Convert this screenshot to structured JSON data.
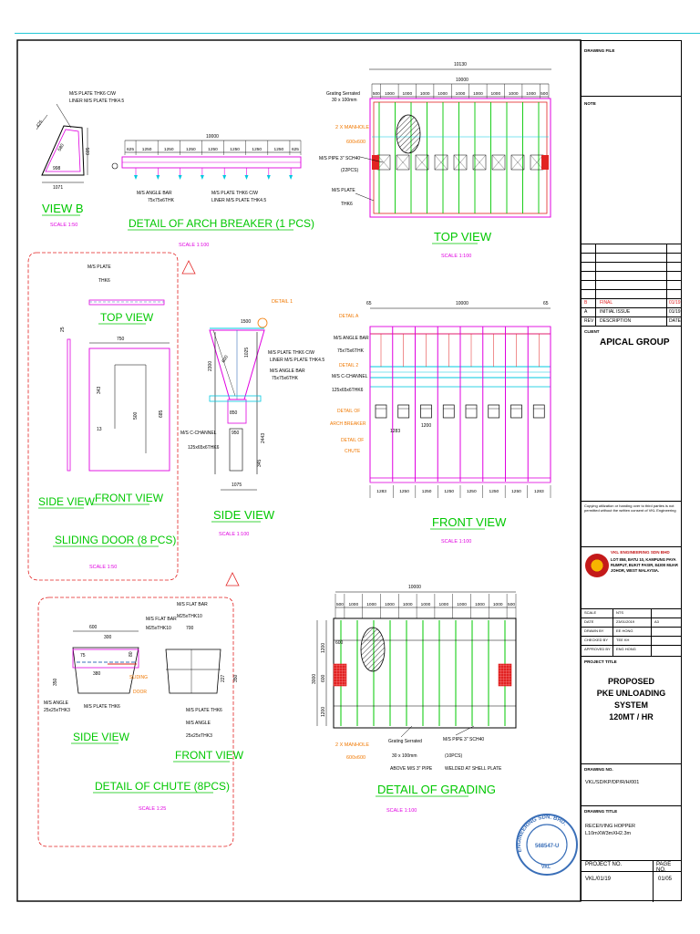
{
  "views": {
    "view_b": {
      "title": "VIEW B",
      "scale": "SCALE 1:50",
      "note_line1": "M/S PLATE THK6 C/W",
      "note_line2": "LINER M/S PLATE THK4.5",
      "dim_a": "1071",
      "dim_b": "998",
      "dim_c": "605",
      "dim_d": "580",
      "dim_e": "425"
    },
    "arch_breaker": {
      "title": "DETAIL OF ARCH BREAKER (1 PCS)",
      "scale": "SCALE 1:100",
      "overall": "10000",
      "spans": [
        "625",
        "1250",
        "1250",
        "1250",
        "1250",
        "1250",
        "1250",
        "1250",
        "625"
      ],
      "note1_line1": "M/S ANGLE BAR",
      "note1_line2": "75x75x6THK",
      "note2_line1": "M/S PLATE THK6 C/W",
      "note2_line2": "LINER M/S PLATE THK4.5"
    },
    "top_view": {
      "title": "TOP VIEW",
      "scale": "SCALE 1:100",
      "overall_outer": "10130",
      "overall_inner": "10000",
      "spans": [
        "500",
        "1000",
        "1000",
        "1000",
        "1000",
        "1000",
        "1000",
        "1000",
        "1000",
        "1000",
        "500"
      ],
      "grating_line1": "Grating Serrated",
      "grating_line2": "30 x 100mm",
      "manhole_line1": "2 X MANHOLE",
      "manhole_line2": "600x600",
      "pipe_line1": "M/S PIPE 3\" SCH40",
      "pipe_line2": "(22PCS)",
      "plate_line1": "M/S PLATE",
      "plate_line2": "THK6"
    },
    "door_top": {
      "title": "TOP VIEW",
      "note_line1": "M/S PLATE",
      "note_line2": "THK6"
    },
    "door_side": {
      "title": "SIDE VIEW",
      "dim": "25"
    },
    "door_front": {
      "title": "FRONT VIEW",
      "w": "750",
      "h1": "685",
      "h2": "500",
      "h3": "343",
      "d1": "13"
    },
    "sliding_door": {
      "title": "SLIDING DOOR (8 PCS)",
      "scale": "SCALE 1:50"
    },
    "side_view_main": {
      "title": "SIDE VIEW",
      "scale": "SCALE 1:100",
      "detail": "DETAIL 1",
      "w_top": "1500",
      "h_total": "2300",
      "d1": "1025",
      "d2": "850",
      "d3": "600",
      "d4": "950",
      "d5": "2443",
      "d6": "1075",
      "d7": "345",
      "note1_line1": "M/S PLATE THK6 C/W",
      "note1_line2": "LINER M/S PLATE THK4.5",
      "note2_line1": "M/S ANGLE BAR",
      "note2_line2": "75x75x6THK",
      "note3_line1": "M/S C-CHANNEL",
      "note3_line2": "125x65x6THK6"
    },
    "front_view_main": {
      "title": "FRONT VIEW",
      "scale": "SCALE 1:100",
      "overall": "10000",
      "end": "65",
      "detail_a": "DETAIL A",
      "detail_2": "DETAIL 2",
      "angle_line1": "M/S ANGLE BAR",
      "angle_line2": "75x75x6THK",
      "channel_line1": "M/S C-CHANNEL",
      "channel_line2": "125x65x6THK6",
      "arch_line1": "DETAIL OF",
      "arch_line2": "ARCH BREAKER",
      "chute_line1": "DETAIL OF",
      "chute_line2": "CHUTE",
      "d1": "1283",
      "d2": "1200",
      "spans": [
        "1283",
        "1250",
        "1250",
        "1250",
        "1250",
        "1250",
        "1250",
        "1283"
      ]
    },
    "chute_side": {
      "title": "SIDE VIEW",
      "w": "600",
      "w2": "300",
      "note1_line1": "M/S FLAT BAR",
      "note1_line2": "M25xTHK10",
      "angle_line1": "M/S ANGLE",
      "angle_line2": "25x25xTHK3",
      "plate": "M/S PLATE THK6",
      "door_line1": "SLIDING",
      "door_line2": "DOOR",
      "d1": "350",
      "d2": "380",
      "d3": "75",
      "d4": "80"
    },
    "chute_front": {
      "title": "FRONT VIEW",
      "note1_line1": "M/S FLAT BAR",
      "note1_line2": "M25xTHK10",
      "w": "700",
      "plate": "M/S PLATE THK6",
      "angle_line1": "M/S ANGLE",
      "angle_line2": "25x25xTHK3",
      "d1": "227",
      "d2": "350"
    },
    "chute": {
      "title": "DETAIL OF CHUTE (8PCS)",
      "scale": "SCALE 1:25"
    },
    "grading": {
      "title": "DETAIL OF GRADING",
      "scale": "SCALE 1:100",
      "overall": "10000",
      "spans": [
        "500",
        "1000",
        "1000",
        "1000",
        "1000",
        "1000",
        "1000",
        "1000",
        "1000",
        "1000",
        "500"
      ],
      "h_total": "3000",
      "h_spans": [
        "1200",
        "600",
        "1200"
      ],
      "manhole_line1": "2 X MANHOLE",
      "manhole_line2": "600x600",
      "grating_line1": "Grating Serrated",
      "grating_line2": "30 x 100mm",
      "pipe_line1": "M/S PIPE 3\" SCH40",
      "pipe_line2": "(10PCS)",
      "above_line1": "ABOVE M/S 3\" PIPE",
      "above_line2": "WELDED AT SHELL PLATE",
      "side": "600"
    }
  },
  "title_block": {
    "drawing_file_label": "DRAWING FILE",
    "note_label": "NOTE",
    "revisions": [
      {
        "rev": "B",
        "desc": "FINAL",
        "date": "01/19"
      },
      {
        "rev": "A",
        "desc": "INITIAL ISSUE",
        "date": "01/19"
      }
    ],
    "rev_header": {
      "rev": "REV",
      "desc": "DESCRIPTION",
      "date": "DATE"
    },
    "client_label": "CLIENT",
    "client": "APICAL GROUP",
    "copyright": "Copying utilization or handing over to third parties is not permitted without the written consent of VKL Engineering",
    "company_name": "VKL ENGINEERING SDN BHD",
    "company_addr": "LOT 858, BATU 10, KAMPUNG PAYA RUMPUT, BUKIT PASIR, 84300 MUAR JOHOR, WEST MALAYSIA.",
    "sign_rows": [
      {
        "k": "SCALE",
        "v": "NTS"
      },
      {
        "k": "DATE",
        "v": "23/01/2019"
      },
      {
        "k": "DRAWN BY",
        "v": "EE HONG"
      },
      {
        "k": "CHECKED BY",
        "v": "TEE KH"
      },
      {
        "k": "APPROVED BY",
        "v": "ENG HONG"
      }
    ],
    "sheet": "A3",
    "project_title_label": "PROJECT TITLE",
    "project_line1": "PROPOSED",
    "project_line2": "PKE UNLOADING SYSTEM",
    "project_line3": "120MT / HR",
    "drawing_no_label": "DRAWING NO.",
    "drawing_no": "VKL/SD/KP/DP/R/H/001",
    "drawing_title_label": "DRAWING TITLE",
    "drawing_title_line1": "RECEIVING HOPPER",
    "drawing_title_line2": "L10mXW3mXH2.3m",
    "project_no_label": "PROJECT NO.",
    "page_no_label": "PAGE NO.",
    "project_no": "VKL/01/19",
    "page_no": "01/05",
    "stamp_line1": "ENGINEERING SDN. BHD.",
    "stamp_line2": "568547-U",
    "stamp_line3": "VKL"
  },
  "colors": {
    "green": "#00c800",
    "magenta": "#e000e0",
    "red": "#e22222",
    "orange": "#f07800",
    "cyan": "#00c8e0",
    "blue": "#3a6fb8"
  }
}
